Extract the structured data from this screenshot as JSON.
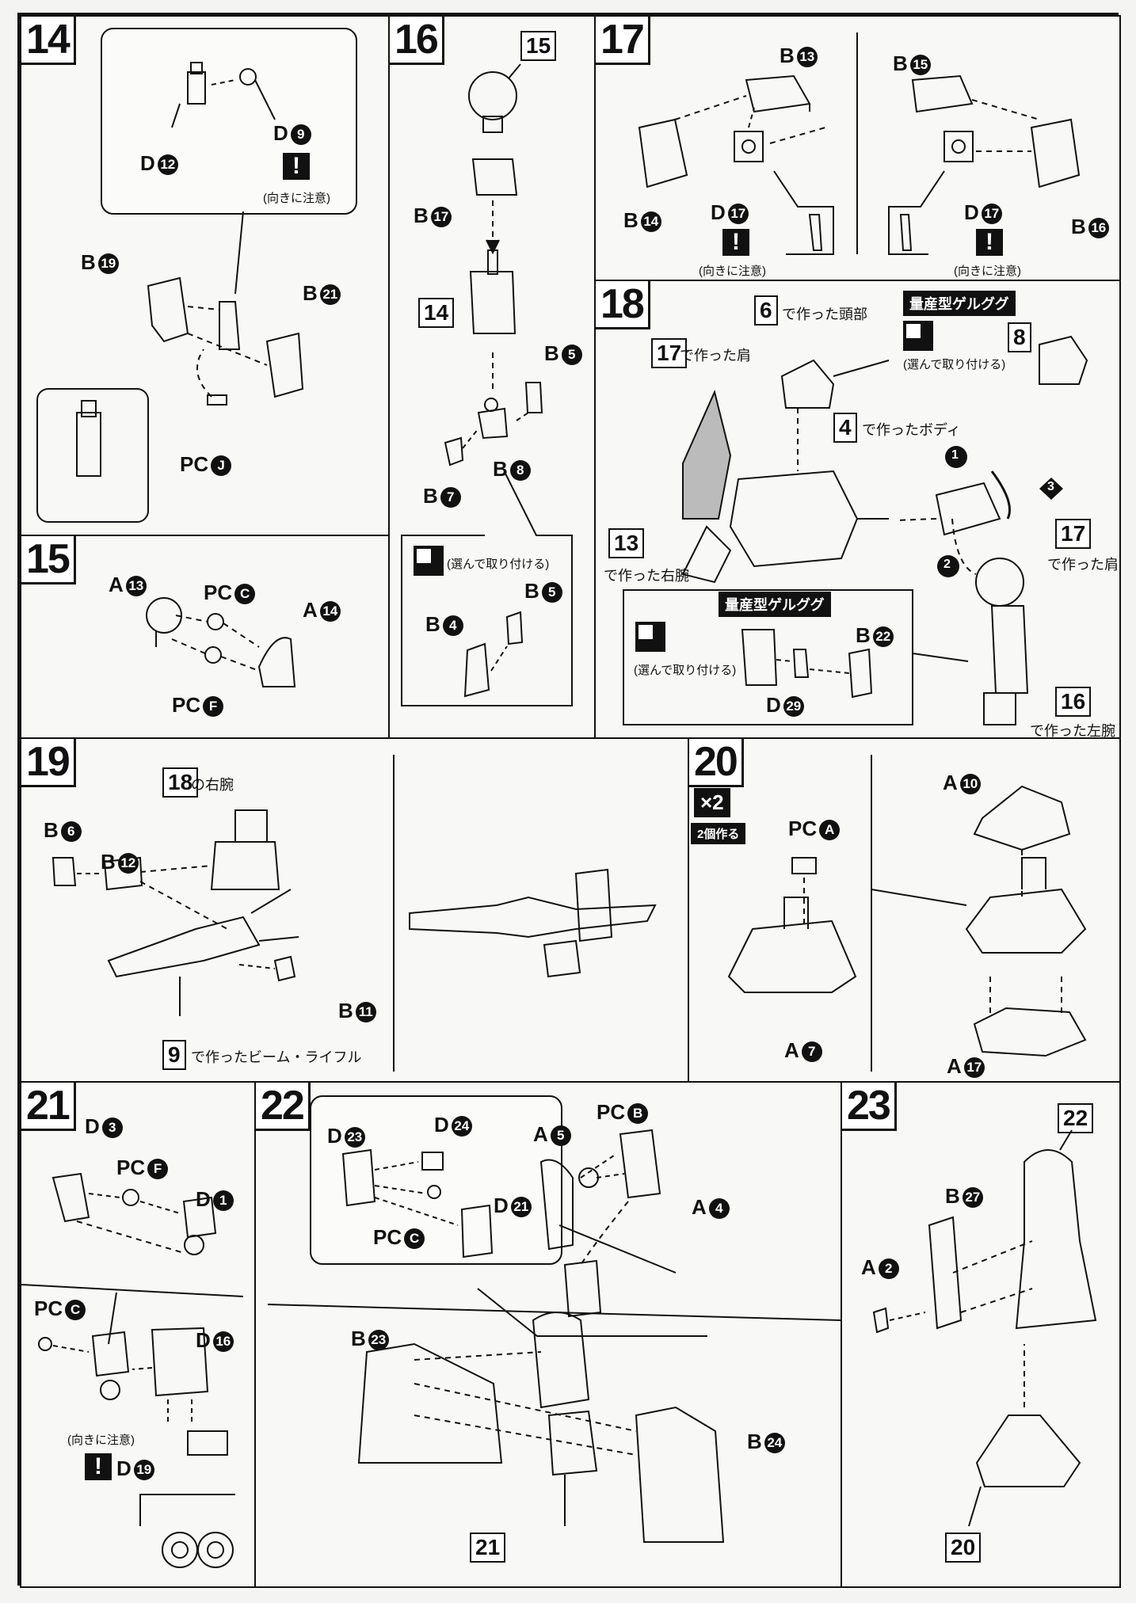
{
  "steps": {
    "s14": {
      "number": "14",
      "parts": {
        "d9": "D",
        "d9n": "9",
        "d12": "D",
        "d12n": "12",
        "b19": "B",
        "b19n": "19",
        "b21": "B",
        "b21n": "21",
        "pcj": "PC",
        "pcjn": "J"
      },
      "caution": "(向きに注意)"
    },
    "s15": {
      "number": "15",
      "parts": {
        "a13": "A",
        "a13n": "13",
        "pcc": "PC",
        "pccn": "C",
        "a14": "A",
        "a14n": "14",
        "pcf": "PC",
        "pcfn": "F"
      }
    },
    "s16": {
      "number": "16",
      "ref15": "15",
      "ref14": "14",
      "parts": {
        "b17": "B",
        "b17n": "17",
        "b5": "B",
        "b5n": "5",
        "b8": "B",
        "b8n": "8",
        "b7": "B",
        "b7n": "7",
        "b5b": "B",
        "b5bn": "5",
        "b4": "B",
        "b4n": "4"
      },
      "choose": "(選んで取り付ける)"
    },
    "s17": {
      "number": "17",
      "parts": {
        "b13": "B",
        "b13n": "13",
        "b14": "B",
        "b14n": "14",
        "d17": "D",
        "d17n": "17",
        "b15": "B",
        "b15n": "15",
        "d17b": "D",
        "d17bn": "17",
        "b16": "B",
        "b16n": "16"
      },
      "caution1": "(向きに注意)",
      "caution2": "(向きに注意)"
    },
    "s18": {
      "number": "18",
      "head": "で作った頭部",
      "head_ref": "6",
      "shoulder": "で作った肩",
      "shoulder_ref": "17",
      "body": "で作ったボディ",
      "body_ref": "4",
      "right_arm": "で作った右腕",
      "right_arm_ref": "13",
      "shoulder2": "で作った肩",
      "shoulder2_ref": "17",
      "left_arm": "で作った左腕",
      "left_arm_ref": "16",
      "mass": "量産型ゲルググ",
      "mass2": "量産型ゲルググ",
      "ref8": "8",
      "choose1": "(選んで取り付ける)",
      "choose2": "(選んで取り付ける)",
      "parts": {
        "b22": "B",
        "b22n": "22",
        "d29": "D",
        "d29n": "29"
      },
      "order": [
        "1",
        "2",
        "3"
      ]
    },
    "s19": {
      "number": "19",
      "right_arm": "の右腕",
      "right_arm_ref": "18",
      "rifle": "で作ったビーム・ライフル",
      "rifle_ref": "9",
      "parts": {
        "b6": "B",
        "b6n": "6",
        "b12": "B",
        "b12n": "12",
        "b11": "B",
        "b11n": "11"
      }
    },
    "s20": {
      "number": "20",
      "times": "×2",
      "make_two": "2個作る",
      "parts": {
        "pca": "PC",
        "pcan": "A",
        "a7": "A",
        "a7n": "7",
        "a10": "A",
        "a10n": "10",
        "a17": "A",
        "a17n": "17"
      }
    },
    "s21": {
      "number": "21",
      "parts": {
        "d3": "D",
        "d3n": "3",
        "pcf": "PC",
        "pcfn": "F",
        "d1": "D",
        "d1n": "1",
        "pcc": "PC",
        "pccn": "C",
        "d16": "D",
        "d16n": "16",
        "d19": "D",
        "d19n": "19"
      },
      "caution": "(向きに注意)"
    },
    "s22": {
      "number": "22",
      "ref21": "21",
      "parts": {
        "d23": "D",
        "d23n": "23",
        "d24": "D",
        "d24n": "24",
        "d21": "D",
        "d21n": "21",
        "pcc": "PC",
        "pccn": "C",
        "pcb": "PC",
        "pcbn": "B",
        "a5": "A",
        "a5n": "5",
        "a4": "A",
        "a4n": "4",
        "b23": "B",
        "b23n": "23",
        "b24": "B",
        "b24n": "24"
      }
    },
    "s23": {
      "number": "23",
      "ref22": "22",
      "ref20": "20",
      "parts": {
        "b27": "B",
        "b27n": "27",
        "a2": "A",
        "a2n": "2"
      }
    }
  }
}
